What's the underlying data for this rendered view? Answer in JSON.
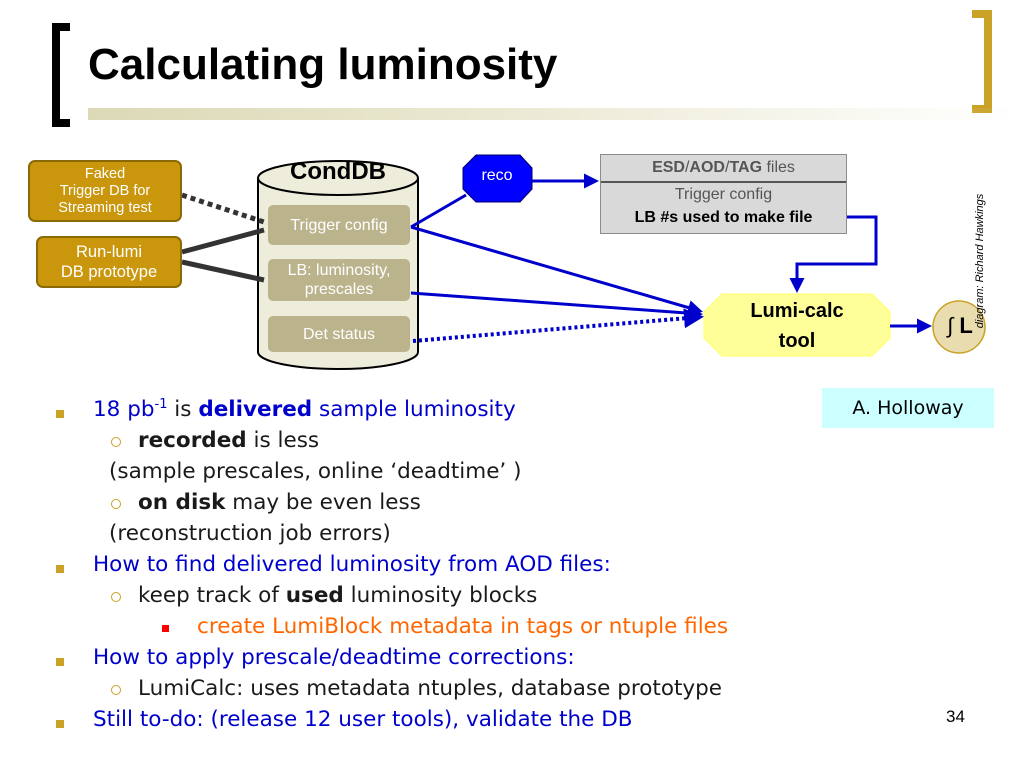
{
  "slide": {
    "title": "Calculating luminosity",
    "page_number": "34"
  },
  "diagram": {
    "faked_box": [
      "Faked",
      "Trigger DB for",
      "Streaming test"
    ],
    "runlumi_box": [
      "Run-lumi",
      "DB prototype"
    ],
    "conddb": {
      "label": "CondDB",
      "items": [
        "Trigger config",
        "LB: luminosity,",
        "prescales",
        "Det status"
      ]
    },
    "reco": "reco",
    "esd_box": {
      "row1_bold_1": "ESD",
      "row1_sep_1": "/",
      "row1_bold_2": "AOD",
      "row1_sep_2": "/",
      "row1_bold_3": "TAG",
      "row1_rest": " files",
      "row2": "Trigger config",
      "row3": "LB #s used to make file"
    },
    "lumicalc": [
      "Lumi-calc",
      "tool"
    ],
    "integral_symbol": "∫",
    "integral_letter": "L",
    "vertical_credit": "diagram: Richard Hawkings",
    "credit": "A. Holloway"
  },
  "bullets": {
    "b1": {
      "pre": "18 pb",
      "sup": "-1",
      "mid": " is ",
      "bold": "delivered",
      "post": " sample luminosity"
    },
    "b1_sub1": {
      "bold": "recorded",
      "post": " is less"
    },
    "b1_sub1_cont": "(sample prescales, online ‘deadtime’ )",
    "b1_sub2": {
      "bold": "on disk",
      "post": " may be even less"
    },
    "b1_sub2_cont": "(reconstruction job errors)",
    "b2": "How to find delivered luminosity from AOD files:",
    "b2_sub1": {
      "pre": "keep track of ",
      "bold": "used",
      "post": " luminosity blocks"
    },
    "b2_sub1_sub": "create LumiBlock metadata in tags or ntuple files",
    "b3": "How to apply prescale/deadtime corrections:",
    "b3_sub1": "LumiCalc: uses metadata ntuples, database prototype",
    "b4": "Still to-do: (release 12 user tools), validate the DB"
  },
  "colors": {
    "accent_gold": "#c9a227",
    "box_gold": "#c9960c",
    "db_item": "#bbb38c",
    "arrow_blue": "#0000cc",
    "bullet_blue": "#0000cc",
    "highlight_orange": "#ff6600",
    "reco_blue": "#0000ff",
    "lumicalc_yellow": "#ffff99",
    "credit_bg": "#ccffff"
  }
}
